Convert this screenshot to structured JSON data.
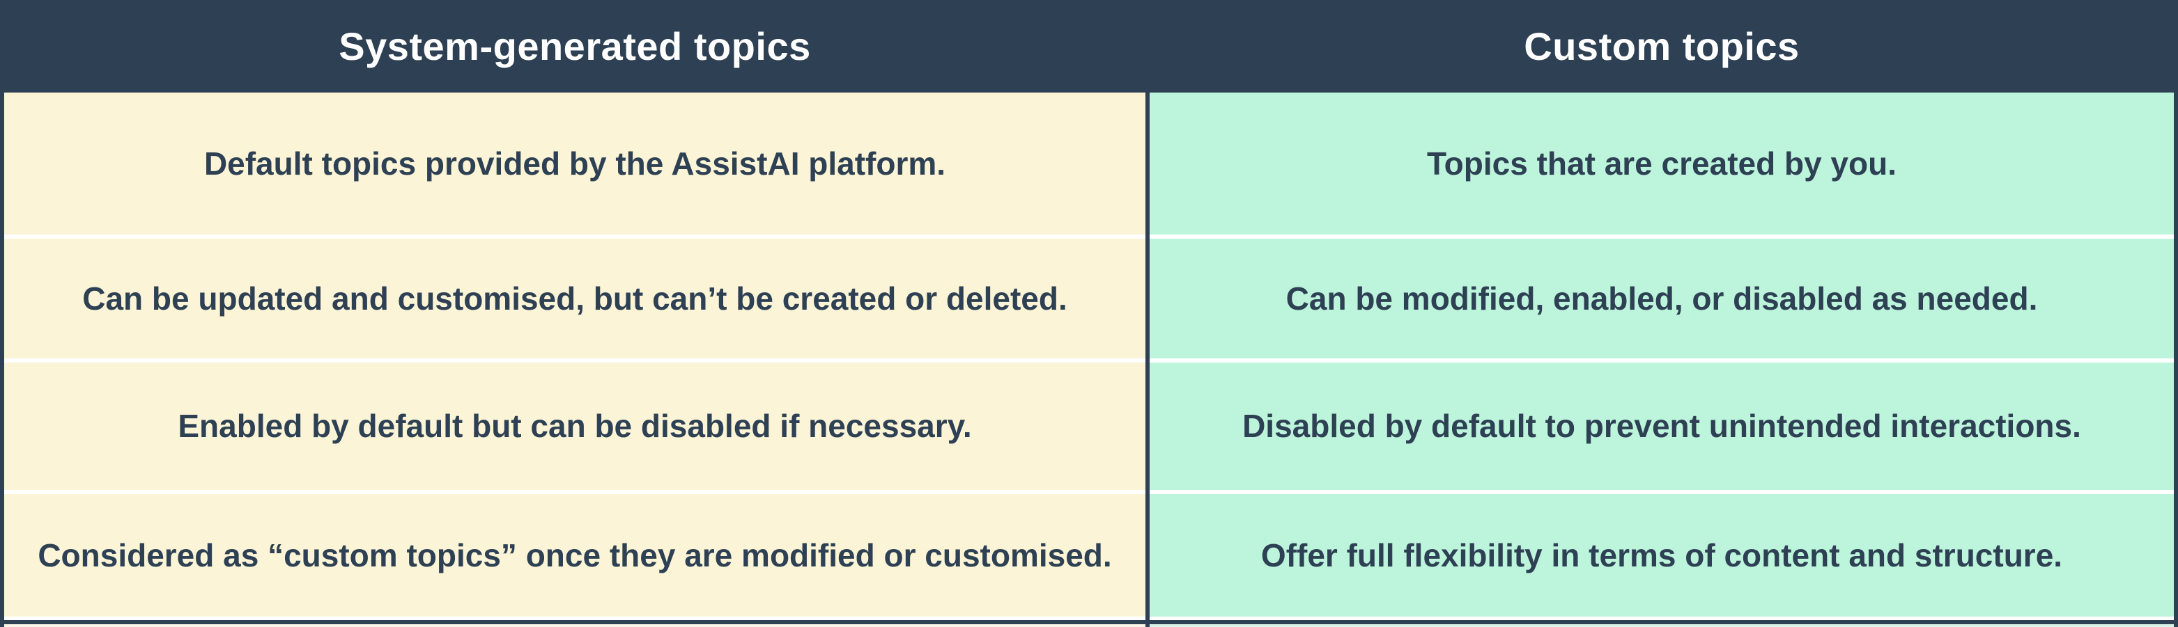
{
  "colors": {
    "header_bg": "#2E4053",
    "header_text": "#FFFFFF",
    "body_text": "#2E4053",
    "left_cell_bg": "#FBF4D6",
    "right_cell_bg": "#BDF5DC",
    "row_divider": "#FFFFFF",
    "frame_border": "#2E4053",
    "next_left": "#F8F5E6",
    "next_right": "#D9F2E8"
  },
  "table": {
    "columns": [
      {
        "header": "System-generated topics",
        "rows": [
          "Default topics provided by the AssistAI platform.",
          "Can be updated and customised, but can’t be created or deleted.",
          "Enabled by default but can be disabled if necessary.",
          "Considered as “custom topics” once they are modified or customised."
        ]
      },
      {
        "header": "Custom topics",
        "rows": [
          "Topics that are created by you.",
          "Can be modified, enabled, or disabled as needed.",
          "Disabled by default to prevent unintended interactions.",
          "Offer full flexibility in terms of content and structure."
        ]
      }
    ]
  }
}
